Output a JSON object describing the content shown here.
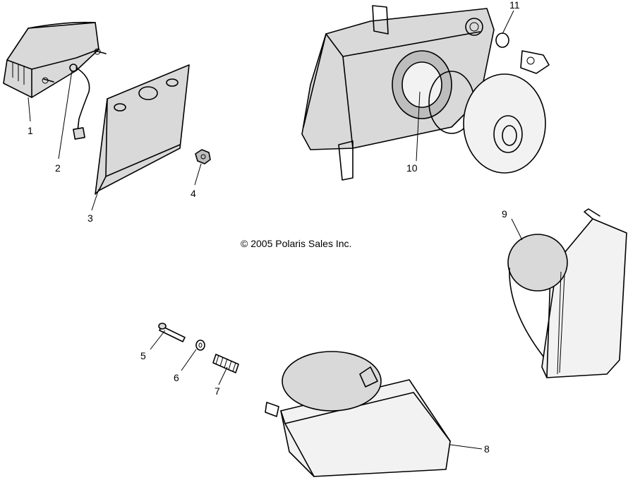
{
  "copyright": "© 2005 Polaris Sales Inc.",
  "callouts": {
    "c1": "1",
    "c2": "2",
    "c3": "3",
    "c4": "4",
    "c5": "5",
    "c6": "6",
    "c7": "7",
    "c8": "8",
    "c9": "9",
    "c10": "10",
    "c11": "11"
  }
}
